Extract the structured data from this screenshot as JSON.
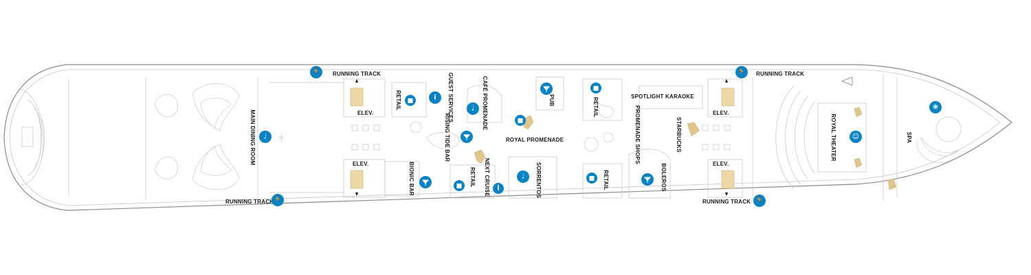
{
  "map": {
    "labels": {
      "running_track_top_left": "RUNNING TRACK",
      "running_track_top_right": "RUNNING TRACK",
      "running_track_bottom_left": "RUNNING TRACK",
      "running_track_bottom_right": "RUNNING TRACK",
      "main_dining_room": "MAIN DINING ROOM",
      "elev_top_left": "ELEV.",
      "elev_bottom_left": "ELEV.",
      "elev_top_right": "ELEV.",
      "elev_bottom_right": "ELEV.",
      "retail_1": "RETAIL",
      "guest_services": "GUEST SERVICES",
      "cafe_promenade": "CAFÉ PROMENADE",
      "pub": "PUB",
      "retail_2": "RETAIL",
      "spotlight_karaoke": "SPOTLIGHT KARAOKE",
      "rising_tide_bar": "RISING TIDE BAR",
      "royal_promenade": "ROYAL PROMENADE",
      "promenade_shops": "PROMENADE SHOPS",
      "starbucks": "STARBUCKS",
      "bionic_bar": "BIONIC BAR",
      "retail_3": "RETAIL",
      "next_cruise": "NEXT CRUISE",
      "sorrentos": "SORRENTOS",
      "retail_4": "RETAIL",
      "boleros": "BOLEROS",
      "royal_theater": "ROYAL THEATER",
      "spa": "SPA"
    },
    "icons": {
      "running_track": "running-icon",
      "dining": "fork-knife-icon",
      "retail": "shopping-bag-icon",
      "info": "info-icon",
      "bar": "cocktail-icon",
      "theater": "theater-masks-icon",
      "spa": "spa-icon"
    },
    "colors": {
      "icon_blue": "#0a83c6",
      "stairs_tan": "#e2c58c",
      "elevator_tan": "#ecd7a6"
    }
  }
}
